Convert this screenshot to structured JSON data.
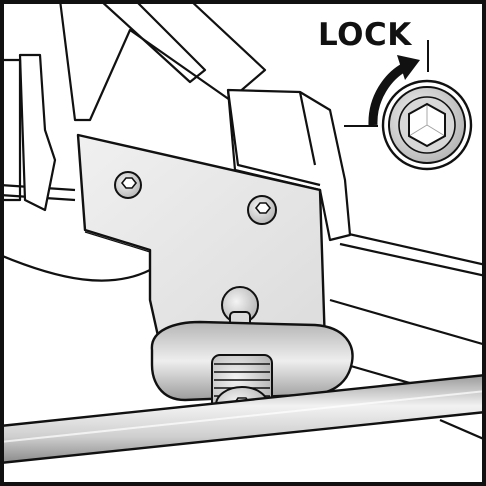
{
  "figure": {
    "callout_label": "LOCK"
  },
  "colors": {
    "line": "#111111",
    "metal_light": "#e8e8e8",
    "metal_mid": "#cfcfcf",
    "metal_dark": "#a8a8a8",
    "background": "#ffffff"
  },
  "icons": {
    "rotation_arrow": "curved-arrow-clockwise",
    "hex_socket": "hexagon-socket"
  }
}
